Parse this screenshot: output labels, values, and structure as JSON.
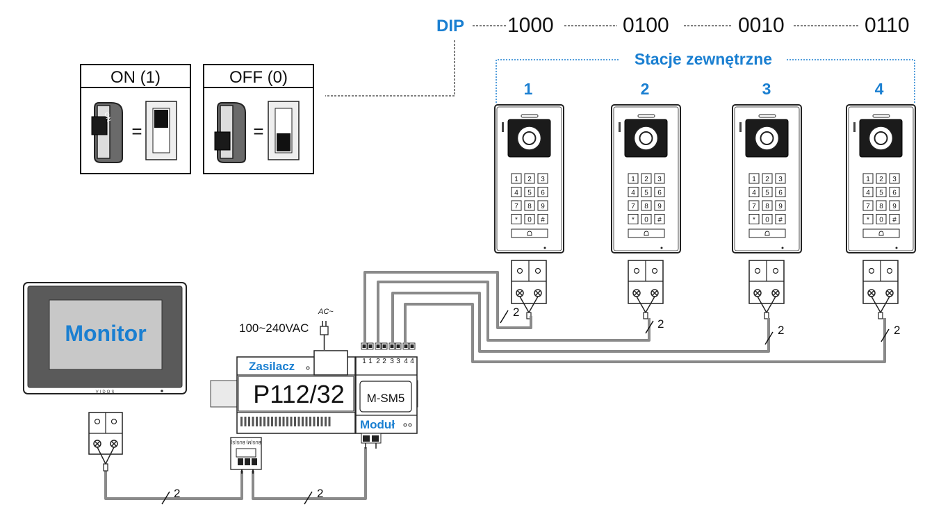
{
  "dip": {
    "label": "DIP",
    "codes": [
      "1000",
      "0100",
      "0010",
      "0110"
    ]
  },
  "legend": {
    "on_title": "ON (1)",
    "off_title": "OFF (0)",
    "on_switch_text": "ON",
    "equals": "="
  },
  "outdoor_stations": {
    "title": "Stacje zewnętrzne",
    "numbers": [
      "1",
      "2",
      "3",
      "4"
    ],
    "keypad": [
      "1",
      "2",
      "3",
      "4",
      "5",
      "6",
      "7",
      "8",
      "9",
      "*",
      "0",
      "#"
    ]
  },
  "monitor": {
    "label": "Monitor",
    "brand": "VIDOS"
  },
  "power": {
    "voltage": "100~240VAC",
    "ac_label": "AC~",
    "supply_label": "Zasilacz",
    "model": "P112/32",
    "bus_label": "BUS(M) BUS(S)"
  },
  "module": {
    "model": "M-SM5",
    "label": "Moduł",
    "terminal_labels": [
      "1",
      "1",
      "2",
      "2",
      "3",
      "3",
      "4",
      "4"
    ]
  },
  "wire": {
    "count": "2"
  },
  "colors": {
    "accent": "#1a7fd1",
    "wire": "#8a8a8a",
    "screen": "#c8c8c8",
    "frame": "#555555"
  }
}
